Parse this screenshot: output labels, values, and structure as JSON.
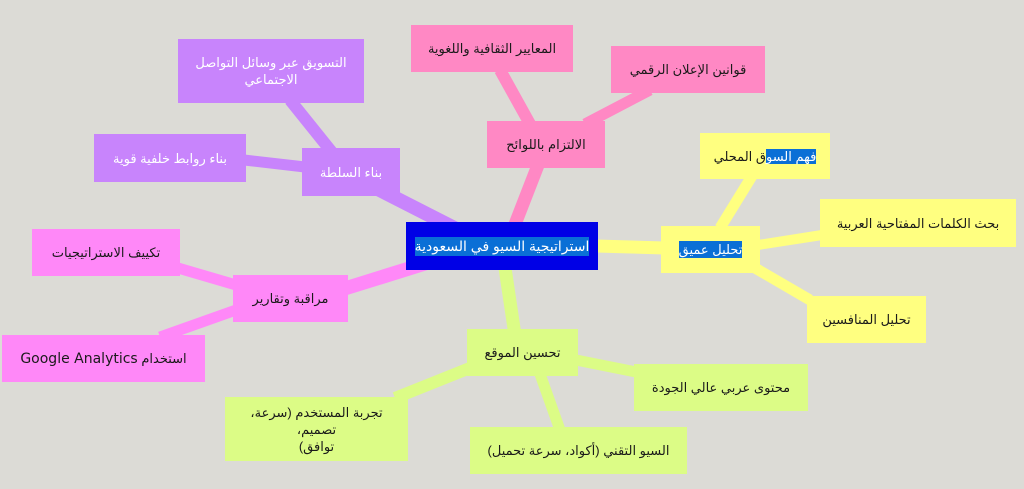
{
  "colors": {
    "background": "#dcdbd6",
    "root": "#0000e6",
    "selection_highlight": "#0a6fd6",
    "branch_authority": "#c884fc",
    "branch_compliance": "#ff88c4",
    "branch_analysis": "#ffff80",
    "branch_monitoring": "#ff88f8",
    "branch_optimization": "#dcfc86"
  },
  "root": {
    "label": "استراتيجية السيو في السعودية"
  },
  "branches": {
    "analysis": {
      "label": "تحليل عميق",
      "children": [
        {
          "label_highlighted": "فهم السو",
          "label_rest": "ق المحلي"
        },
        {
          "label": "بحث الكلمات المفتاحية العربية"
        },
        {
          "label": "تحليل المنافسين"
        }
      ]
    },
    "compliance": {
      "label": "الالتزام باللوائح",
      "children": [
        {
          "label": "المعايير الثقافية واللغوية"
        },
        {
          "label": "قوانين الإعلان الرقمي"
        }
      ]
    },
    "authority": {
      "label": "بناء السلطة",
      "children": [
        {
          "label": "التسويق عبر وسائل التواصل\nالاجتماعي"
        },
        {
          "label": "بناء روابط خلفية قوية"
        }
      ]
    },
    "monitoring": {
      "label": "مراقبة وتقارير",
      "children": [
        {
          "label": "تكييف الاستراتيجيات"
        },
        {
          "label_arabic": "استخدام",
          "label_latin": "Google Analytics"
        }
      ]
    },
    "optimization": {
      "label": "تحسين الموقع",
      "children": [
        {
          "label": "محتوى عربي عالي الجودة"
        },
        {
          "label": "السيو التقني (أكواد، سرعة تحميل)"
        },
        {
          "label": "تجربة المستخدم (سرعة، تصميم،\nتوافق)"
        }
      ]
    }
  }
}
